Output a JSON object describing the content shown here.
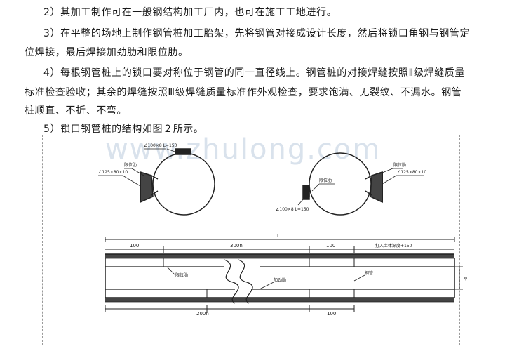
{
  "document": {
    "paragraphs": [
      "2）其加工制作可在一般钢结构加工厂内，也可在施工工地进行。",
      "3）在平整的场地上制作钢管桩加工胎架，先将钢管对接成设计长度，然后将锁口角钢与钢管定",
      "位焊接，最后焊接加劲肋和限位肋。",
      "4）每根钢管桩上的锁口要对称位于钢管的同一直径线上。钢管桩的对接焊缝按照Ⅱ级焊缝质量",
      "标准检查验收；其余的焊缝按照Ⅲ级焊缝质量标准作外观检查，要求饱满、无裂纹、不漏水。钢管",
      "桩顺直、不折、不弯。",
      "5）锁口钢管桩的结构如图２所示。"
    ]
  },
  "figure": {
    "watermark": "www.zhulong.com",
    "left_pile": {
      "label_top": "∠100×8 L=150",
      "label_plate": "限位肋",
      "label_angle": "∠125×80×10"
    },
    "right_pile": {
      "label_plate": "限位肋",
      "label_angle": "∠125×80×10",
      "label_left": "限位肋",
      "label_bottom": "∠100×8 L=150"
    },
    "elevation": {
      "total_length": "L",
      "dim_100_left": "100",
      "dim_300": "300n",
      "dim_100_right": "100",
      "dim_embed": "打入土体深度+150",
      "dim_200": "200n",
      "dim_100_bottom": "100",
      "label_rib_a": "限位肋",
      "label_rib_b": "加劲肋",
      "label_pipe": "钢管",
      "label_dia": "φ"
    }
  }
}
